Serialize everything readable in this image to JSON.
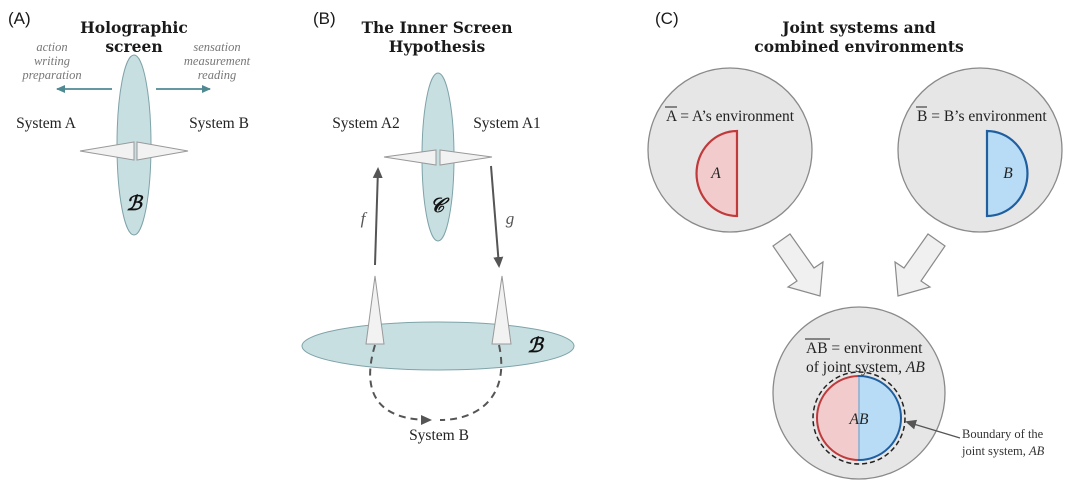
{
  "colors": {
    "screen_fill": "#c8dfe2",
    "screen_stroke": "#7ea3a8",
    "arrow_teal": "#4f8a92",
    "env_circle_fill": "#e6e6e6",
    "env_circle_stroke": "#8a8a8a",
    "system_a_fill": "#f2cccc",
    "system_a_stroke": "#c0393b",
    "system_b_fill": "#b8dcf5",
    "system_b_stroke": "#1f5fa0",
    "arrow_dark": "#555555"
  },
  "panel_a": {
    "label": "(A)",
    "title_line1": "Holographic",
    "title_line2": "screen",
    "left_ops": [
      "action",
      "writing",
      "preparation"
    ],
    "right_ops": [
      "sensation",
      "measurement",
      "reading"
    ],
    "system_left": "System A",
    "system_right": "System B",
    "screen_symbol": "ℬ"
  },
  "panel_b": {
    "label": "(B)",
    "title_line1": "The Inner Screen",
    "title_line2": "Hypothesis",
    "system_left": "System A2",
    "system_right": "System A1",
    "inner_screen_symbol": "𝒞",
    "map_left": "f",
    "map_right": "g",
    "outer_screen_symbol": "ℬ",
    "bottom_system": "System B"
  },
  "panel_c": {
    "label": "(C)",
    "title_line1": "Joint systems and",
    "title_line2": "combined environments",
    "env_a_bar": "A",
    "env_a_rest": " = A’s environment",
    "system_a": "A",
    "env_b_bar": "B",
    "env_b_rest": " = B’s environment",
    "system_b": "B",
    "joint_bar": "AB",
    "joint_rest": " = environment",
    "joint_line2_prefix": "of joint system, ",
    "joint_line2_sys": "AB",
    "joint_symbol": "AB",
    "boundary_line1": "Boundary of the",
    "boundary_line2_prefix": "joint system, ",
    "boundary_line2_sys": "AB"
  }
}
